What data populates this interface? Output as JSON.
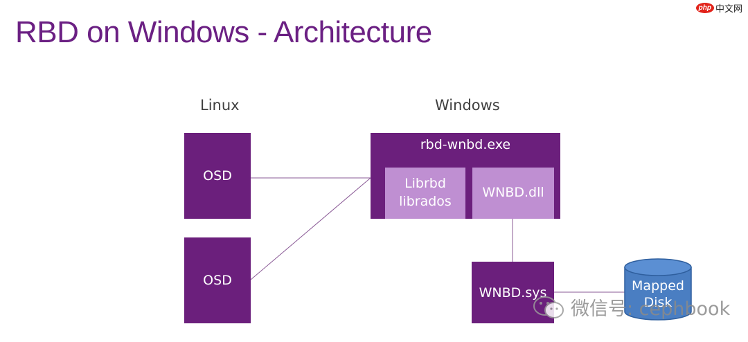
{
  "title": "RBD on Windows - Architecture",
  "logo": {
    "badge": "php",
    "text": "中文网"
  },
  "columns": {
    "linux": "Linux",
    "windows": "Windows"
  },
  "nodes": {
    "osd1": "OSD",
    "osd2": "OSD",
    "exe": "rbd-wnbd.exe",
    "librbd": [
      "Librbd",
      "librados"
    ],
    "wnbd_dll": "WNBD.dll",
    "wnbd_sys": "WNBD.sys",
    "disk": [
      "Mapped",
      "Disk"
    ]
  },
  "watermark": "微信号: cephbook",
  "colors": {
    "purple": "#6b1f7c",
    "light_purple": "#bf8fd2",
    "disk_blue": "#4a7ec2",
    "line": "#8a5a96"
  }
}
